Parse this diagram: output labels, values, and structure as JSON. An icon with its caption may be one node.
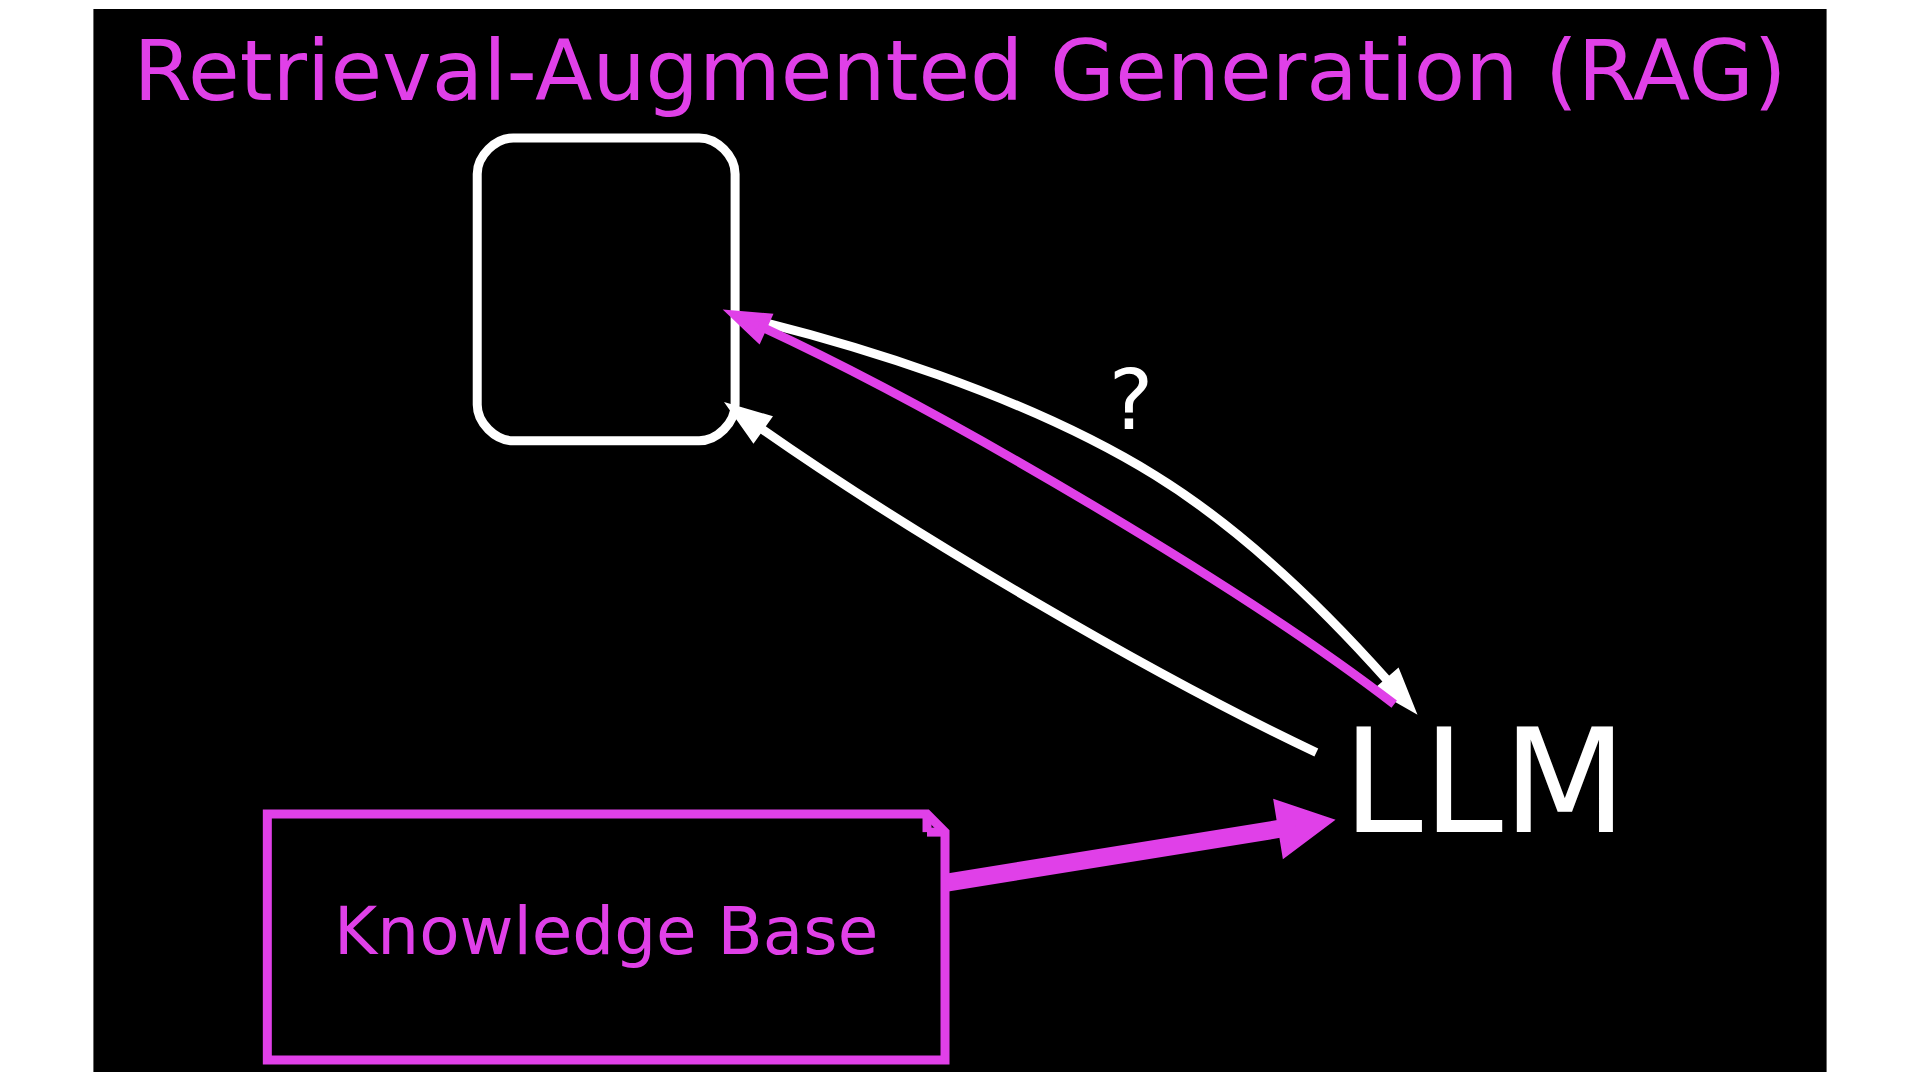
{
  "diagram": {
    "title": "Retrieval-Augmented Generation (RAG)",
    "nodes": [
      {
        "text": [],
        "shape": "person"
      },
      {
        "text": [
          "LLM"
        ]
      },
      {
        "text": [
          "Knowledge Base"
        ]
      }
    ],
    "edges": [
      {
        "from": 0,
        "to": 1,
        "arrow": "to",
        "label": "?"
      },
      {
        "from": 2,
        "to": 1,
        "arrow": "to",
        "color": "#e040e8",
        "style": "thick"
      },
      {
        "from": 1,
        "to": 0,
        "arrow": "to"
      },
      {
        "from": 1,
        "to": 0,
        "arrow": "to",
        "color": "#e040e8"
      }
    ]
  }
}
